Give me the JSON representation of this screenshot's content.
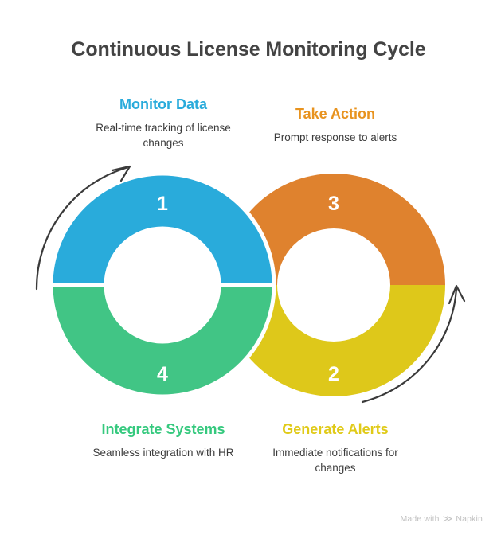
{
  "title": "Continuous License Monitoring Cycle",
  "colors": {
    "blue": "#29ABDB",
    "green": "#41C585",
    "orange": "#DF822E",
    "yellow": "#DEC81A",
    "title": "#434343",
    "body_text": "#3c3c3c",
    "arrow": "#3a3a3a",
    "background": "#ffffff"
  },
  "steps": [
    {
      "number": "1",
      "heading": "Monitor Data",
      "description": "Real-time tracking of license changes",
      "color": "#29ABDB",
      "position": "top-left"
    },
    {
      "number": "2",
      "heading": "Generate Alerts",
      "description": "Immediate notifications for changes",
      "color": "#DEC81A",
      "position": "bottom-right"
    },
    {
      "number": "3",
      "heading": "Take Action",
      "description": "Prompt response to alerts",
      "color": "#DF822E",
      "position": "top-right"
    },
    {
      "number": "4",
      "heading": "Integrate Systems",
      "description": "Seamless integration with HR",
      "color": "#41C585",
      "position": "bottom-left"
    }
  ],
  "arrows": [
    {
      "name": "left-cycle-arrow",
      "direction": "clockwise"
    },
    {
      "name": "right-cycle-arrow",
      "direction": "counter-clockwise"
    }
  ],
  "watermark": {
    "prefix": "Made with",
    "mark": "≫",
    "brand": "Napkin"
  }
}
